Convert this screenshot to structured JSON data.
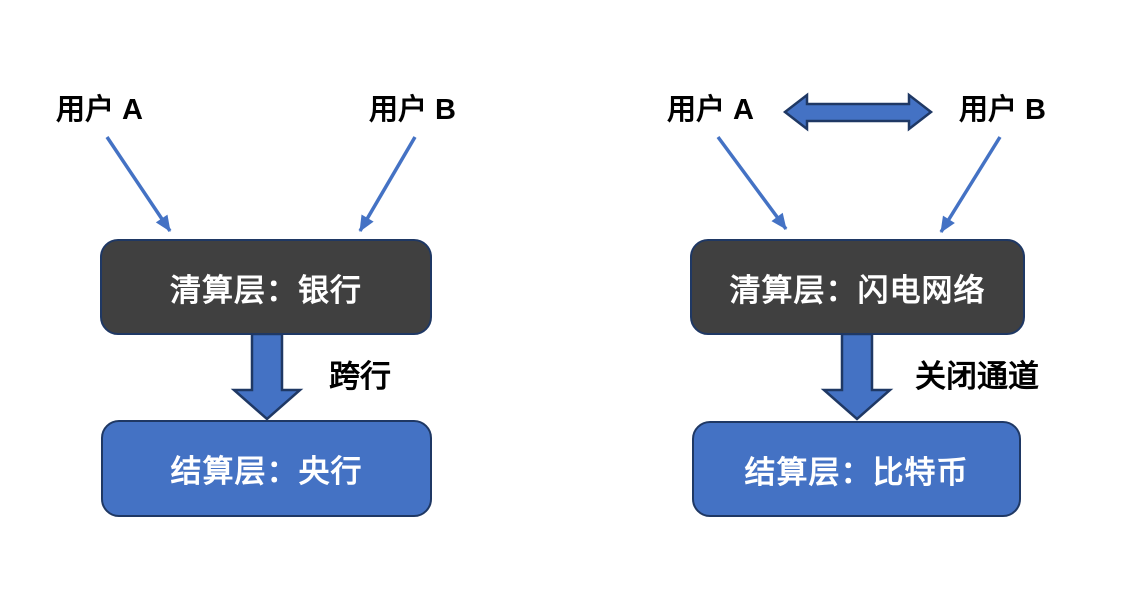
{
  "left_diagram": {
    "user_a_label": "用户 A",
    "user_b_label": "用户 B",
    "clearing_box_label": "清算层：银行",
    "arrow_label": "跨行",
    "settlement_box_label": "结算层：央行"
  },
  "right_diagram": {
    "user_a_label": "用户 A",
    "user_b_label": "用户 B",
    "clearing_box_label": "清算层：闪电网络",
    "arrow_label": "关闭通道",
    "settlement_box_label": "结算层：比特币"
  },
  "icons": {
    "diagonal_connector": "diagonal-arrow-icon",
    "thick_down_connector": "thick-down-arrow-icon",
    "user_to_user_connector": "bidirectional-arrow-icon"
  },
  "colors": {
    "arrow_blue": "#4472C4",
    "arrow_outline_navy": "#1F3864",
    "clearing_box_fill": "#404040",
    "settlement_box_fill": "#4472C4",
    "box_border": "#1F3864",
    "box_text": "#FFFFFF",
    "label_text": "#000000",
    "background": "#FFFFFF"
  }
}
